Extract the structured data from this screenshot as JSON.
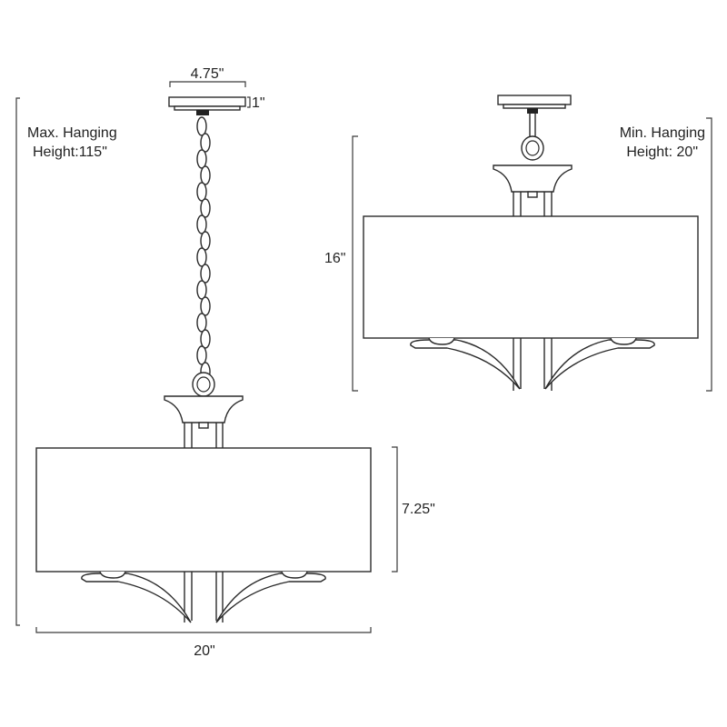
{
  "labels": {
    "canopy_width": "4.75\"",
    "canopy_height": "1\"",
    "max_hanging_line1": "Max. Hanging",
    "max_hanging_line2": "Height:115\"",
    "min_hanging_line1": "Min. Hanging",
    "min_hanging_line2": "Height: 20\"",
    "min_height": "16\"",
    "shade_height": "7.25\"",
    "width": "20\""
  }
}
